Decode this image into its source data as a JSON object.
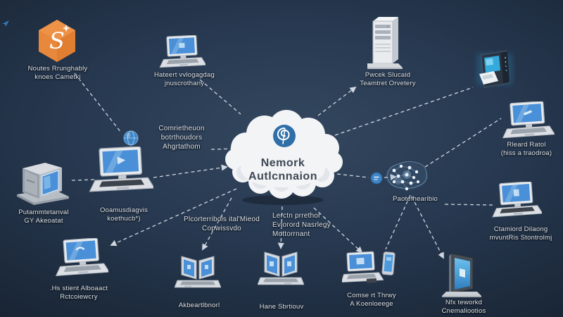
{
  "title": "Network automation concept diagram",
  "colors": {
    "background_dark": "#151f2c",
    "background_light": "#33475f",
    "dashed_line": "#e7edf4",
    "hexagon_orange": "#e8883c",
    "screen_blue": "#4a90d8",
    "cloud_logo_blue": "#2f6fa8",
    "cloud_white": "#f3f4f6",
    "label_text": "#dde4ec"
  },
  "cloud": {
    "line1": "Nemork",
    "line2": "Autlcnnaion",
    "logo": "swirl-icon"
  },
  "nodes": {
    "hexagon": {
      "glyph": "S",
      "label1": "Noutes Rrunghably",
      "label2": "knoes Cametki"
    },
    "laptop_top": {
      "label1": "Hateert vvlogagdag",
      "label2": "jnuscrothany"
    },
    "server_top": {
      "label1": "Pwcek Slucaid",
      "label2": "Teamtret Orvetery"
    },
    "device_top_right": {
      "label1": ""
    },
    "laptop_right": {
      "label1": "Rleard Ratol",
      "label2": "(hiss a traodroa)"
    },
    "laptop_left": {
      "label1": "Ooamusdiagvis",
      "label2": "koethucb*)"
    },
    "server_left": {
      "label1": "Putammtetanval",
      "label2": "GY Akeoatat"
    },
    "laptop_bottom_left": {
      "label1": ".Hs stient Alboaact",
      "label2": "Rctcoiewcry"
    },
    "dual_laptop_1": {
      "label1": "Akbeartlbnorl"
    },
    "dual_laptop_2": {
      "label1": "Hane Sbrtiouv"
    },
    "laptop_phone": {
      "label1": "Comse rt Thrwy",
      "label2": "A Koenloeege"
    },
    "monitor_bottom": {
      "label1": "Nfx teworkd",
      "label2": "Cnemaliootios"
    },
    "laptop_lower_right": {
      "label1": "Ctamiord Dilaong",
      "label2": "mvuntRis Stontrolmj"
    },
    "mesh": {
      "label1": "Paotefhearibio"
    }
  },
  "floating_labels": {
    "integration": {
      "line1": "Comrietheuon",
      "line2": "botrthoudors",
      "line3": "Ahgrtathom"
    },
    "provision": {
      "line1": "Plcorterribols ital'Mieod",
      "line2": "Copwissvdo"
    },
    "monitoring": {
      "line1": "Lerctn prrethor",
      "line2": "Evlorord Nasrlegy",
      "line3": "Mottorrnant"
    }
  }
}
